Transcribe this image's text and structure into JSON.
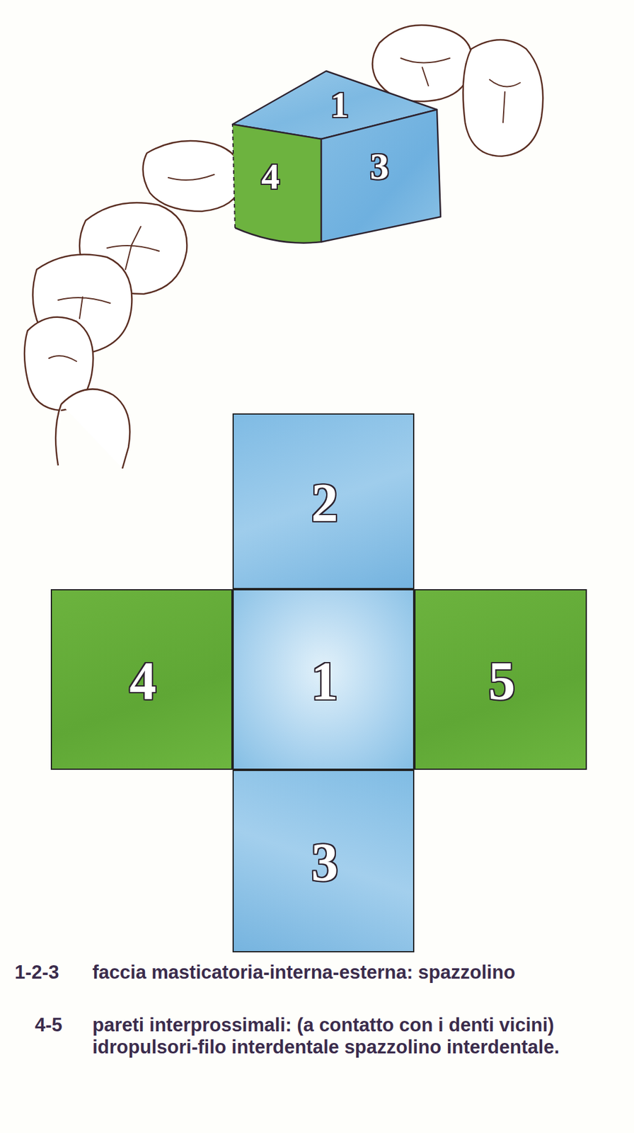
{
  "diagram": {
    "nodes": [
      {
        "text": [
          "1"
        ]
      },
      {
        "text": [
          "4"
        ]
      },
      {
        "text": [
          "3"
        ]
      },
      {
        "text": [
          "2"
        ]
      },
      {
        "text": [
          "4"
        ]
      },
      {
        "text": [
          "1"
        ]
      },
      {
        "text": [
          "5"
        ]
      },
      {
        "text": [
          "3"
        ]
      }
    ],
    "labels": [
      "1-2-3",
      "faccia masticatoria-interna-esterna: spazzolino",
      "4-5",
      "pareti interprossimali: (a contatto con i denti vicini) idropulsori-filo interdentale spazzolino interdentale."
    ]
  }
}
